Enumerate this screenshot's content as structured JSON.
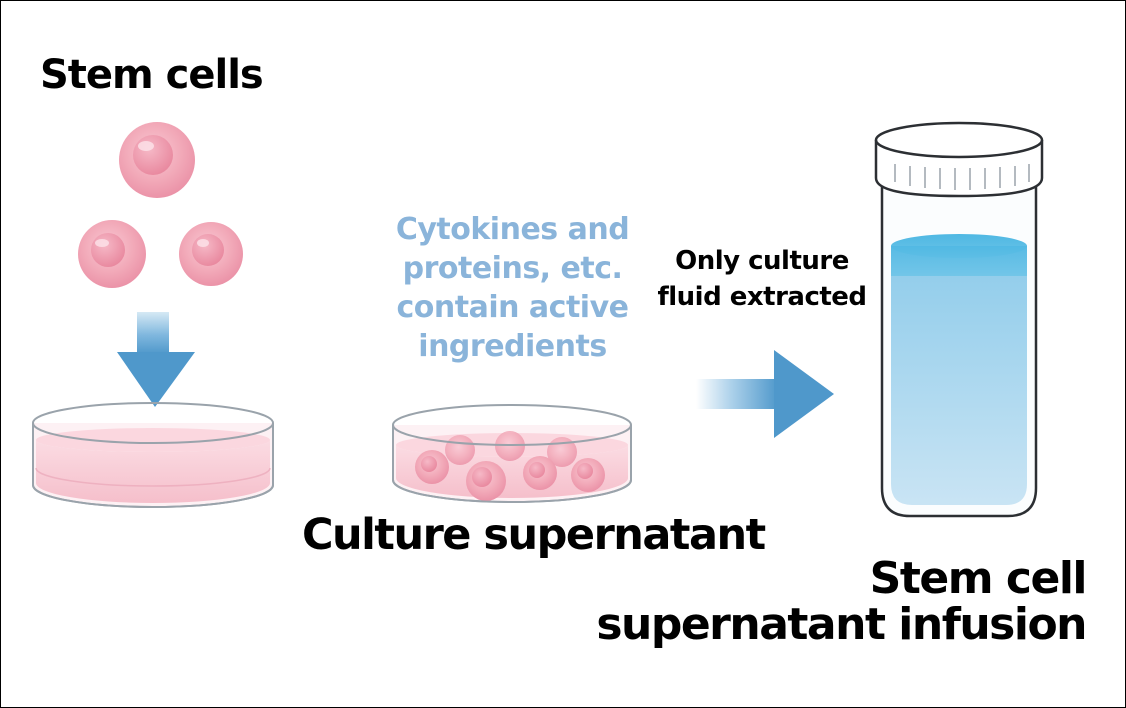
{
  "labels": {
    "stem_cells": "Stem cells",
    "cytokines": [
      "Cytokines and",
      "proteins, etc.",
      "contain active",
      "ingredients"
    ],
    "extracted": [
      "Only culture",
      "fluid extracted"
    ],
    "culture_supernatant": "Culture supernatant",
    "infusion": [
      "Stem cell",
      "supernatant infusion"
    ]
  },
  "colors": {
    "cell_pink": "#f2a9b9",
    "dish_fluid": "#f7c9d3",
    "arrow_blue": "#5ba4d1",
    "cytokine_text": "#8ab4da",
    "tube_fluid": "#9ed0ea",
    "tube_fluid_top": "#5ec1e6"
  },
  "icons": [
    "stem-cell-icon",
    "petri-dish-icon",
    "down-arrow-icon",
    "right-arrow-icon",
    "infusion-vial-icon"
  ]
}
